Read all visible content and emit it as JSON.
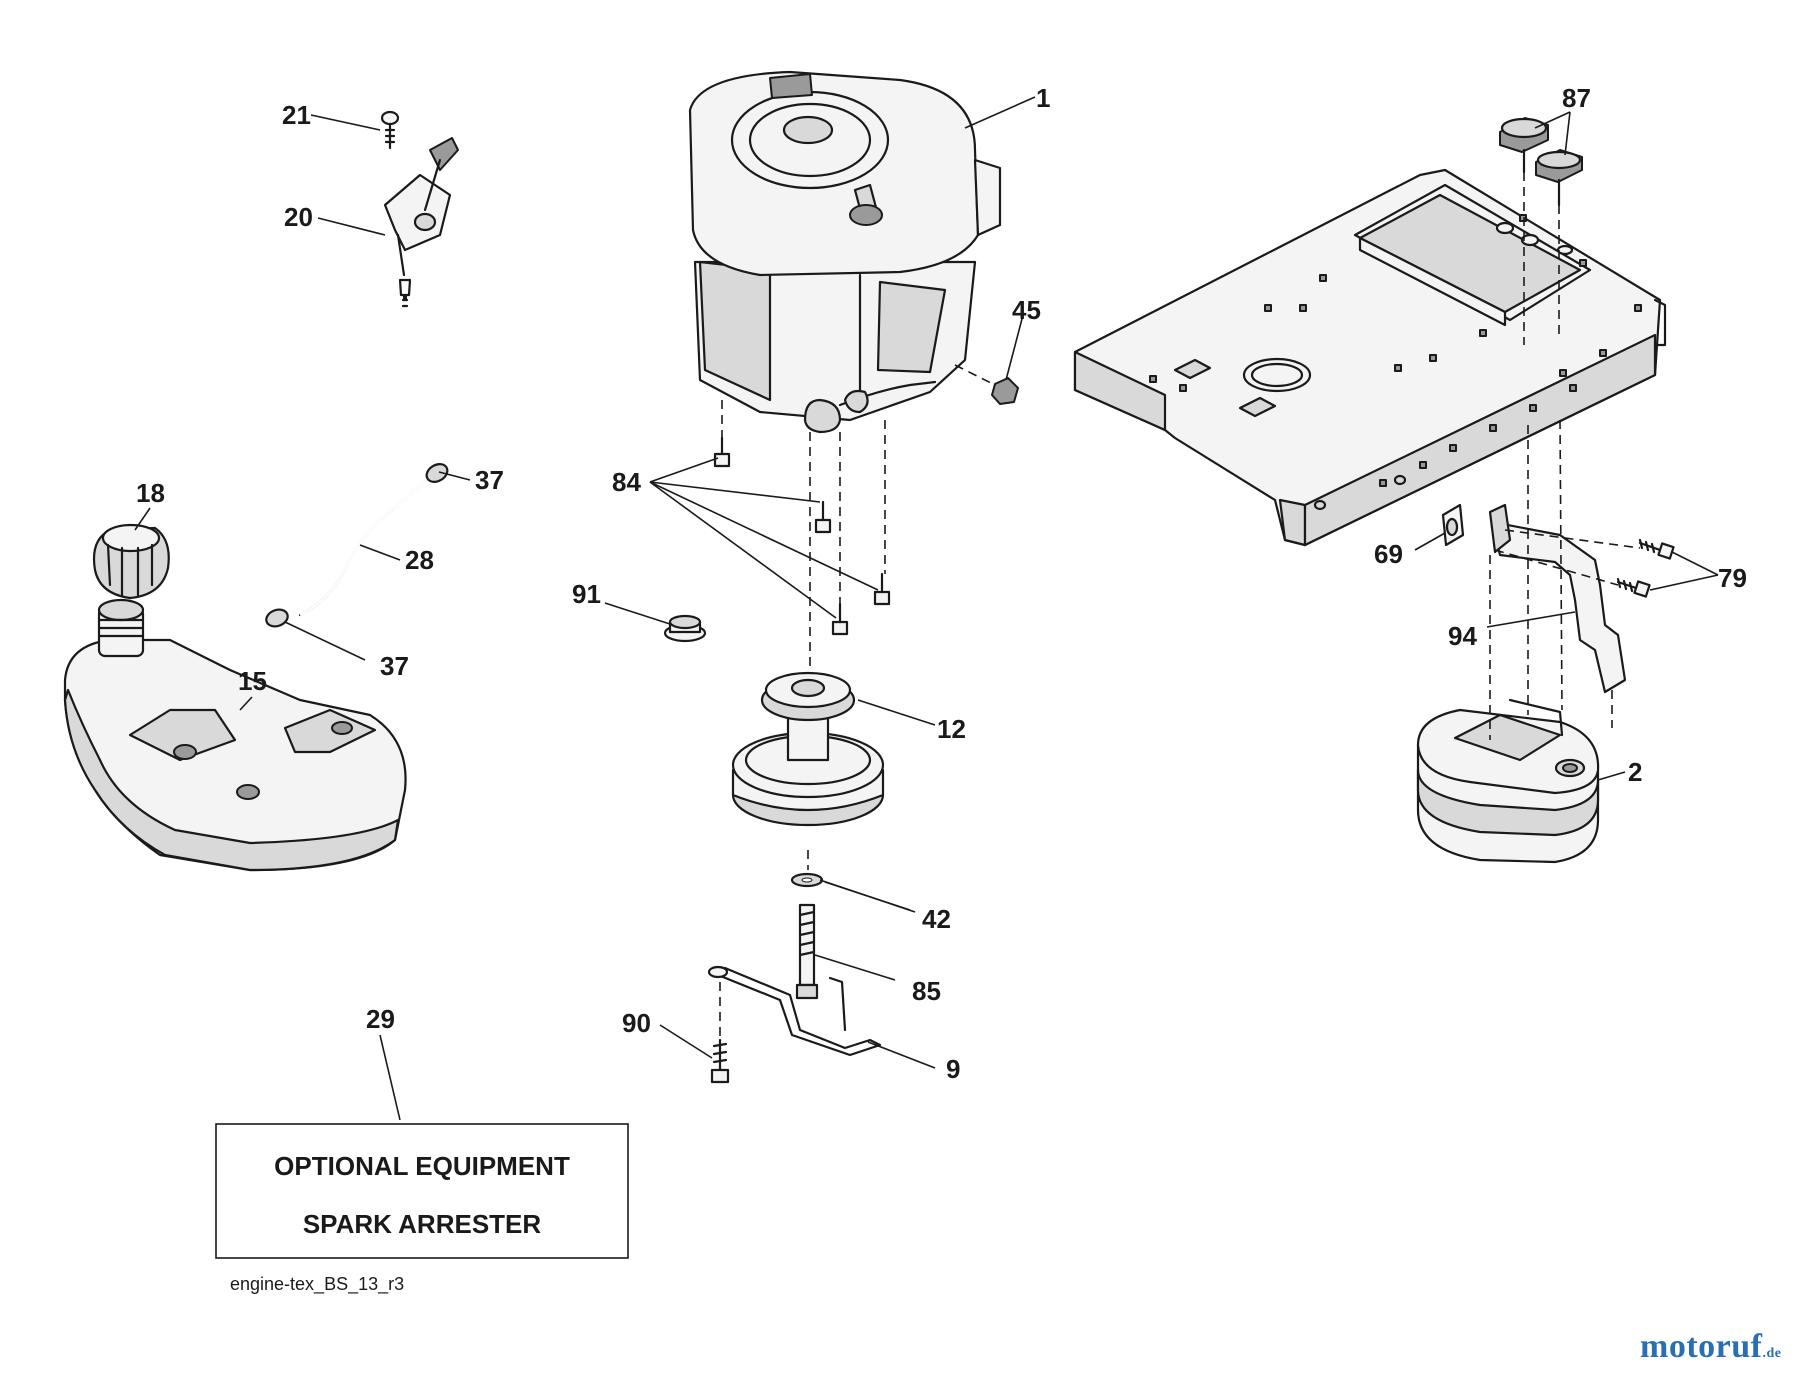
{
  "callouts": {
    "c1": "1",
    "c2": "2",
    "c9": "9",
    "c12": "12",
    "c15": "15",
    "c18": "18",
    "c20": "20",
    "c21": "21",
    "c28": "28",
    "c29": "29",
    "c37a": "37",
    "c37b": "37",
    "c42": "42",
    "c45": "45",
    "c69": "69",
    "c79": "79",
    "c84": "84",
    "c85": "85",
    "c87": "87",
    "c90": "90",
    "c91": "91",
    "c94": "94"
  },
  "optional_box": {
    "line1": "OPTIONAL EQUIPMENT",
    "line2": "SPARK ARRESTER"
  },
  "reference_code": "engine-tex_BS_13_r3",
  "watermark": {
    "brand": "motoruf",
    "tld": ".de"
  }
}
